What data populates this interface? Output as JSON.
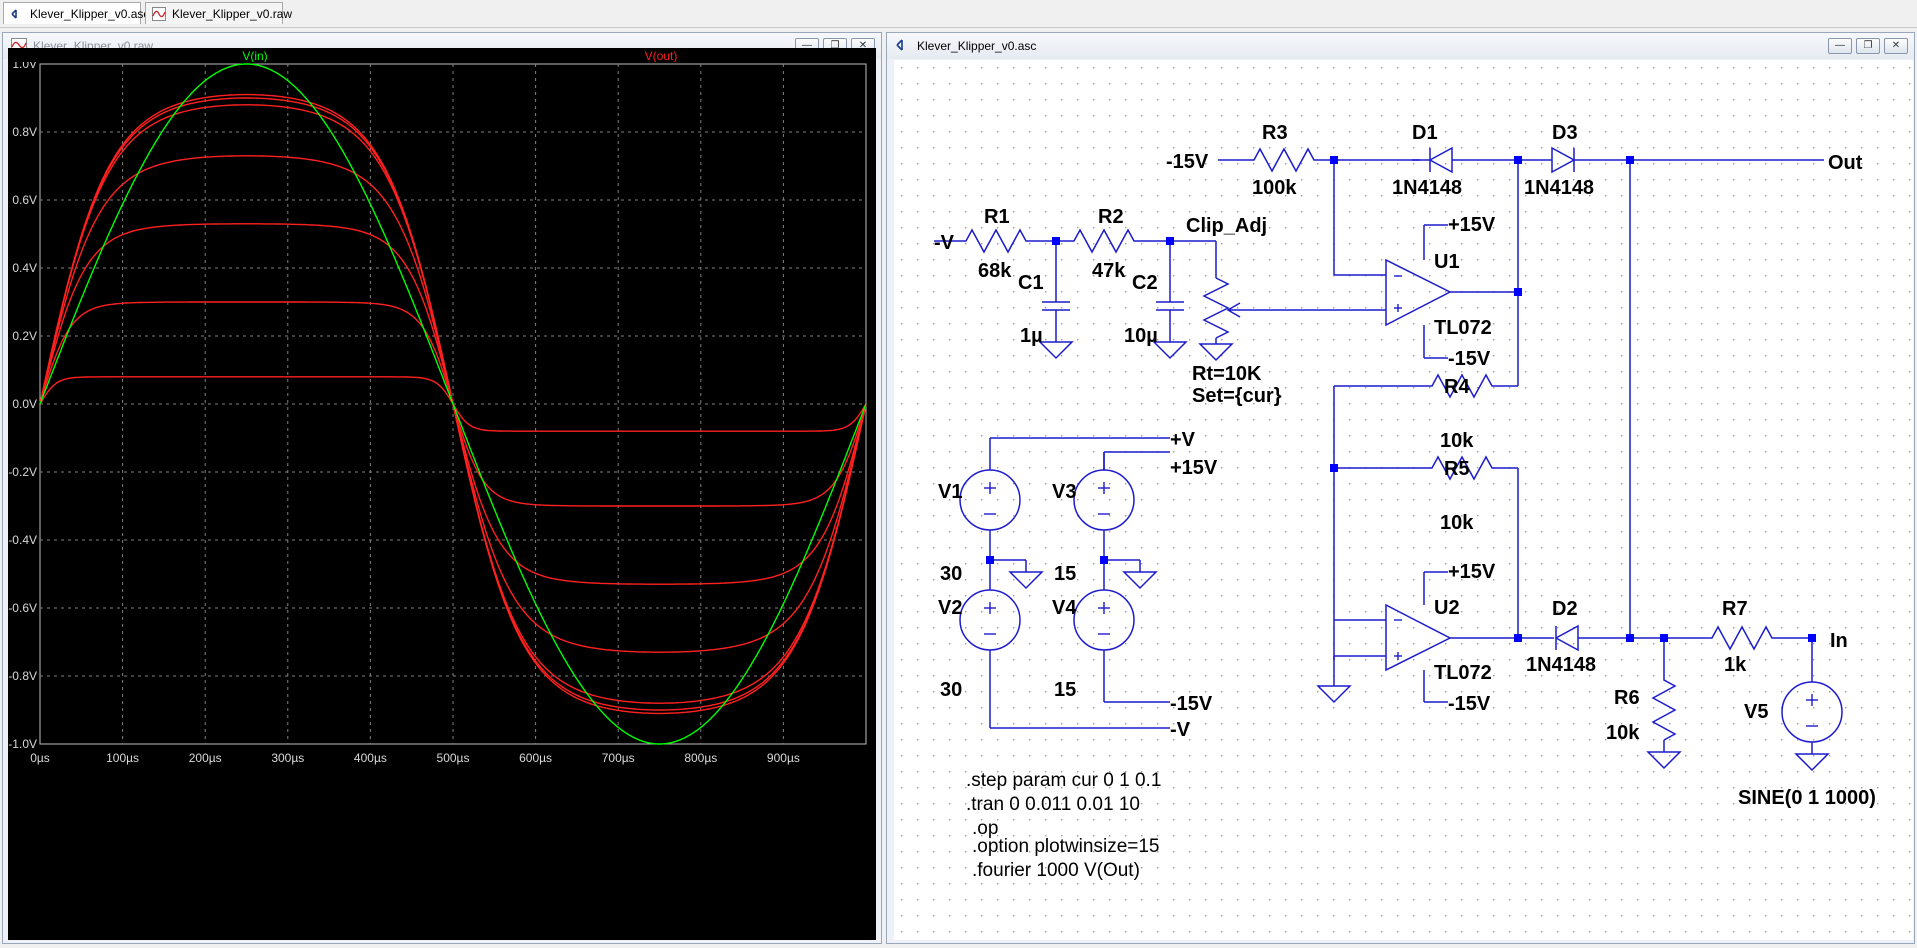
{
  "tabs": [
    {
      "label": "Klever_Klipper_v0.asc",
      "icon": "schematic-icon"
    },
    {
      "label": "Klever_Klipper_v0.raw",
      "icon": "waveform-icon"
    }
  ],
  "plot_window": {
    "title": "Klever_Klipper_v0.raw",
    "buttons": [
      "minimize",
      "restore",
      "close"
    ]
  },
  "schematic_window": {
    "title": "Klever_Klipper_v0.asc",
    "buttons": [
      "minimize",
      "restore",
      "close"
    ]
  },
  "colors": {
    "plot_bg": "#000000",
    "grid": "#808080",
    "vin": "#00ff00",
    "vout": "#ff2020",
    "wire": "#0000cc",
    "node": "#0000ff",
    "text": "#000000"
  },
  "chart_data": {
    "type": "line",
    "title": "",
    "series": [
      {
        "name": "V(in)",
        "color": "#00ff00",
        "amplitudes": [
          1.0
        ]
      },
      {
        "name": "V(out)",
        "color": "#ff2020",
        "amplitudes": [
          0.08,
          0.3,
          0.53,
          0.73,
          0.88,
          0.9,
          0.91
        ]
      }
    ],
    "xlim": [
      0,
      1000
    ],
    "ylim": [
      -1.0,
      1.0
    ],
    "x_ticks": [
      "0µs",
      "100µs",
      "200µs",
      "300µs",
      "400µs",
      "500µs",
      "600µs",
      "700µs",
      "800µs",
      "900µs"
    ],
    "y_ticks": [
      "1.0V",
      "0.8V",
      "0.6V",
      "0.4V",
      "0.2V",
      "0.0V",
      "-0.2V",
      "-0.4V",
      "-0.6V",
      "-0.8V",
      "-1.0V"
    ],
    "grid": true
  },
  "schematic": {
    "labels": {
      "r1": "R1",
      "r1v": "68k",
      "r2": "R2",
      "r2v": "47k",
      "r3": "R3",
      "r3v": "100k",
      "r4": "R4",
      "r4v": "10k",
      "r5": "R5",
      "r5v": "10k",
      "r6": "R6",
      "r6v": "10k",
      "r7": "R7",
      "r7v": "1k",
      "c1": "C1",
      "c1v": "1µ",
      "c2": "C2",
      "c2v": "10µ",
      "d1": "D1",
      "d1v": "1N4148",
      "d2": "D2",
      "d2v": "1N4148",
      "d3": "D3",
      "d3v": "1N4148",
      "u1": "U1",
      "u1v": "TL072",
      "u2": "U2",
      "u2v": "TL072",
      "v1": "V1",
      "v1v": "30",
      "v2": "V2",
      "v2v": "30",
      "v3": "V3",
      "v3v": "15",
      "v4": "V4",
      "v4v": "15",
      "v5": "V5",
      "v5v": "SINE(0 1 1000)",
      "pot_name": "Clip_Adj",
      "pot_rt": "Rt=10K",
      "pot_set": "Set={cur}",
      "net_m15_r3": "-15V",
      "net_negv_in": "-V",
      "net_out": "Out",
      "net_in": "In",
      "net_p15_u1": "+15V",
      "net_m15_u1": "-15V",
      "net_p15_u2": "+15V",
      "net_m15_u2": "-15V",
      "net_pv": "+V",
      "net_p15_src": "+15V",
      "net_m15_src": "-15V",
      "net_nv_src": "-V"
    },
    "directives": [
      ".step param cur 0 1 0.1",
      ".tran 0 0.011 0.01 10",
      ".op",
      ".option plotwinsize=15",
      ".fourier 1000 V(Out)"
    ]
  }
}
